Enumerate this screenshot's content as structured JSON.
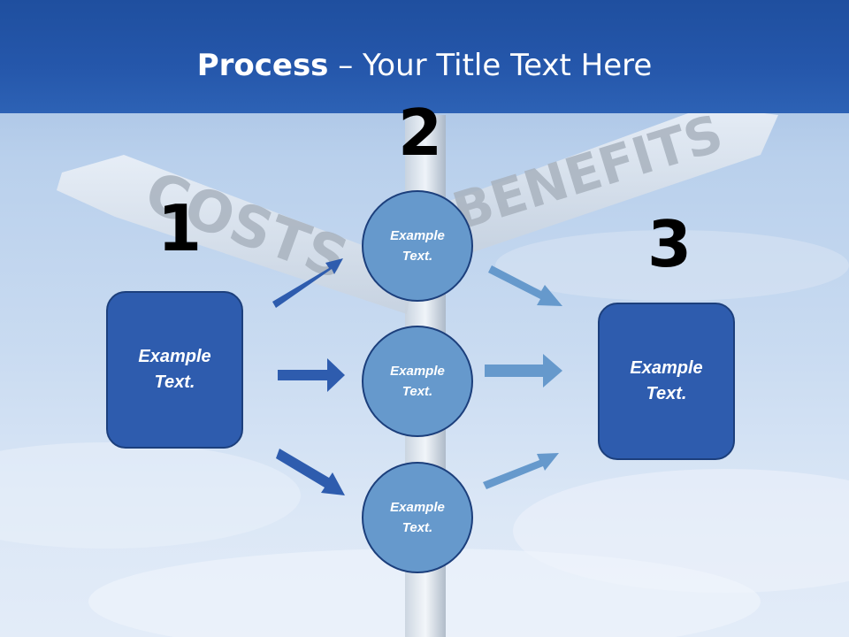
{
  "title": {
    "bold": "Process",
    "rest": " – Your Title Text Here"
  },
  "background": {
    "sign_left_text": "COSTS",
    "sign_right_text": "BENEFITS"
  },
  "steps": {
    "one": "1",
    "two": "2",
    "three": "3"
  },
  "left_box": {
    "text": "Example Text."
  },
  "right_box": {
    "text": "Example Text."
  },
  "circles": [
    {
      "text": "Example Text."
    },
    {
      "text": "Example Text."
    },
    {
      "text": "Example Text."
    }
  ],
  "colors": {
    "header": "#2557ab",
    "box_fill": "#2e5cae",
    "circle_fill": "#6699cc",
    "arrow_dark": "#2e5cae",
    "arrow_light": "#6699cc"
  }
}
